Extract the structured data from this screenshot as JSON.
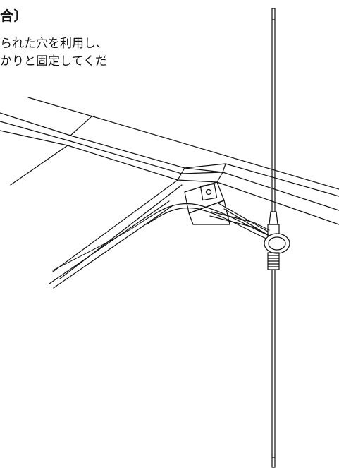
{
  "text": {
    "heading": "合〕",
    "lines": [
      "られた穴を利用し、",
      "かりと固定してくだ"
    ]
  }
}
